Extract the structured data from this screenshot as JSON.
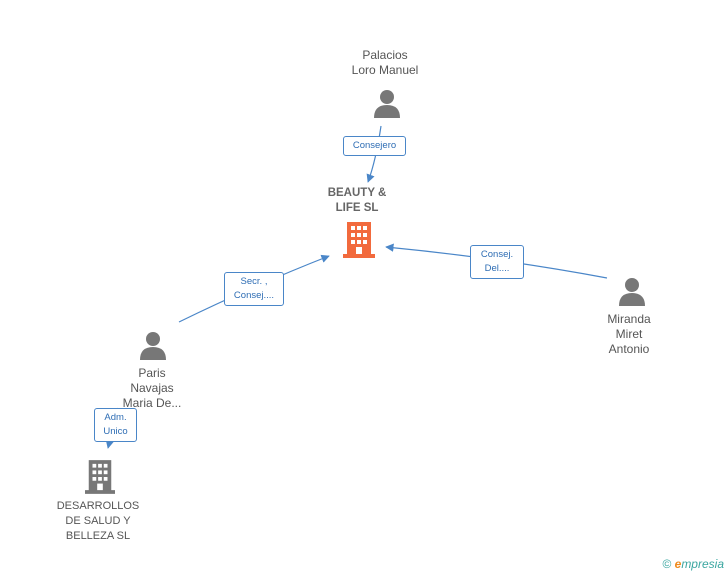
{
  "nodes": {
    "palacios": {
      "name_line1": "Palacios",
      "name_line2": "Loro Manuel"
    },
    "main": {
      "name_line1": "BEAUTY &",
      "name_line2": "LIFE SL"
    },
    "miranda": {
      "name_line1": "Miranda",
      "name_line2": "Miret",
      "name_line3": "Antonio"
    },
    "paris": {
      "name_line1": "Paris",
      "name_line2": "Navajas",
      "name_line3": "Maria De..."
    },
    "desarrollos": {
      "name_line1": "DESARROLLOS",
      "name_line2": "DE SALUD Y",
      "name_line3": "BELLEZA SL"
    }
  },
  "edges": {
    "consejero": {
      "label": "Consejero"
    },
    "consej_del": {
      "label_line1": "Consej.",
      "label_line2": "Del...."
    },
    "secr_consej": {
      "label_line1": "Secr. ,",
      "label_line2": "Consej...."
    },
    "adm_unico": {
      "label_line1": "Adm.",
      "label_line2": "Unico"
    }
  },
  "colors": {
    "person": "#777777",
    "company": "#777777",
    "main_company": "#f26a3d",
    "edge": "#4a86c8"
  },
  "watermark": {
    "copyright": "©",
    "brand_initial": "e",
    "brand_rest": "mpresia"
  }
}
